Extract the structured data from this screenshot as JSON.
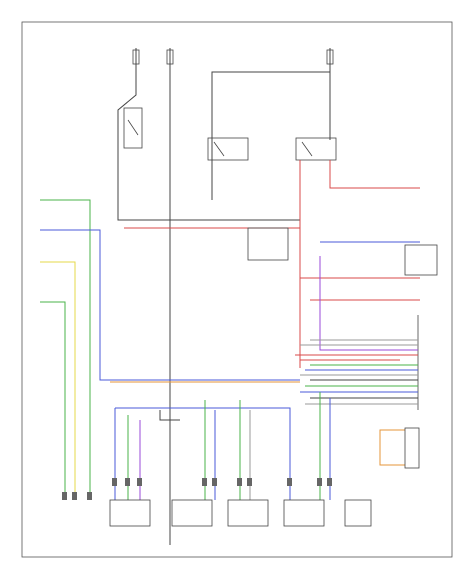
{
  "diagram": {
    "footer_code": "",
    "colors": {
      "red": "#d94a4a",
      "blue": "#4a5ad9",
      "green": "#4ab34a",
      "yellow": "#e6d84a",
      "orange": "#e6963a",
      "violet": "#9a4ad9",
      "black": "#444444",
      "gray": "#9a9a9a"
    },
    "components": [
      {
        "id": "fuse-left",
        "label": ""
      },
      {
        "id": "fuse-mid",
        "label": ""
      },
      {
        "id": "fuse-right",
        "label": ""
      },
      {
        "id": "relay-1",
        "label": ""
      },
      {
        "id": "relay-2",
        "label": ""
      },
      {
        "id": "relay-3",
        "label": ""
      },
      {
        "id": "diode-block",
        "label": ""
      },
      {
        "id": "control-module",
        "label": ""
      },
      {
        "id": "climate-control-unit",
        "label": ""
      },
      {
        "id": "motor-1",
        "label": ""
      },
      {
        "id": "motor-2",
        "label": ""
      },
      {
        "id": "motor-3",
        "label": ""
      },
      {
        "id": "motor-4",
        "label": ""
      },
      {
        "id": "sensor-bottom-right",
        "label": ""
      },
      {
        "id": "sensor-right-orange",
        "label": ""
      }
    ]
  }
}
